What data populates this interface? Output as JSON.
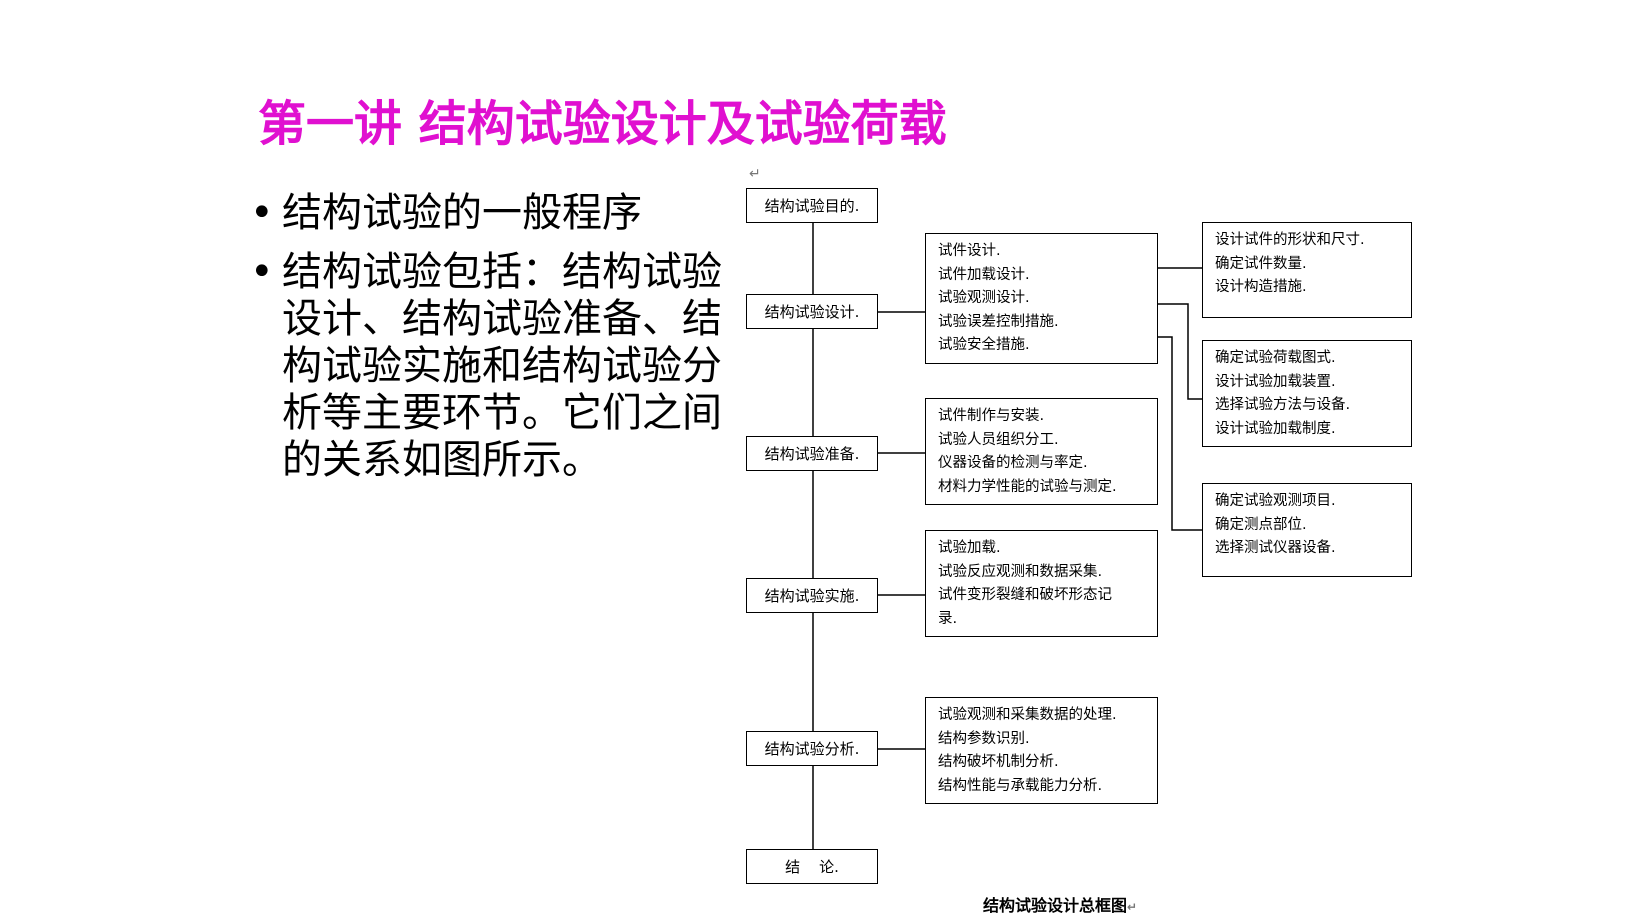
{
  "title": "第一讲  结构试验设计及试验荷载",
  "bullets": [
    "结构试验的一般程序",
    "结构试验包括：结构试验设计、结构试验准备、结构试验实施和结构试验分析等主要环节。它们之间的关系如图所示。"
  ],
  "bullet_symbol": "•",
  "return_mark": "↵",
  "diagram": {
    "steps": [
      "结构试验目的.",
      "结构试验设计.",
      "结构试验准备.",
      "结构试验实施.",
      "结构试验分析.",
      "结    论."
    ],
    "design_details": [
      "试件设计.",
      "试件加载设计.",
      "试验观测设计.",
      "试验误差控制措施.",
      "试验安全措施."
    ],
    "preparation_details": [
      "试件制作与安装.",
      "试验人员组织分工.",
      "仪器设备的检测与率定.",
      "材料力学性能的试验与测定."
    ],
    "implementation_details": [
      "试验加载.",
      "试验反应观测和数据采集.",
      "试件变形裂缝和破坏形态记",
      "录."
    ],
    "analysis_details": [
      "试验观测和采集数据的处理.",
      "结构参数识别.",
      "结构破坏机制分析.",
      "结构性能与承载能力分析."
    ],
    "specimen_design_details": [
      "设计试件的形状和尺寸.",
      "确定试件数量.",
      "设计构造措施."
    ],
    "loading_design_details": [
      "确定试验荷载图式.",
      "设计试验加载装置.",
      "选择试验方法与设备.",
      "设计试验加载制度."
    ],
    "observation_design_details": [
      "确定试验观测项目.",
      "确定测点部位.",
      "选择测试仪器设备."
    ],
    "caption": "结构试验设计总框图"
  }
}
